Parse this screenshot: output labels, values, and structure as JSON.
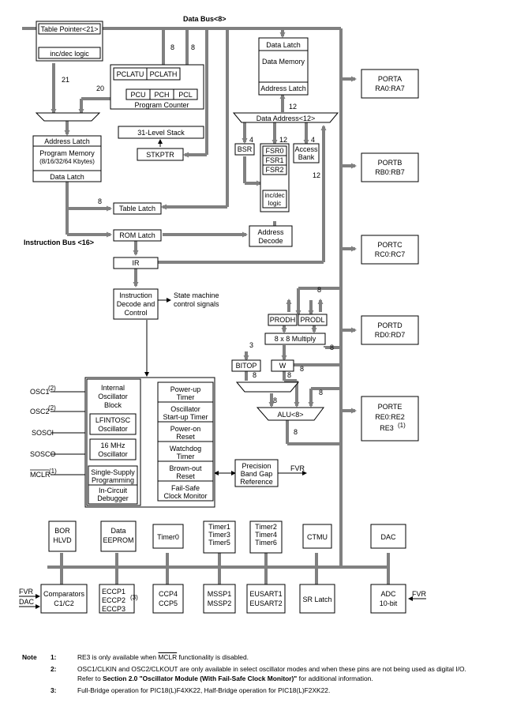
{
  "buses": {
    "data_bus": "Data Bus<8>",
    "instruction_bus": "Instruction Bus <16>",
    "data_address": "Data Address<12>"
  },
  "table_pointer": {
    "top": "Table Pointer<21>",
    "bottom": "inc/dec logic"
  },
  "pc": {
    "pclatu": "PCLATU",
    "pclath": "PCLATH",
    "pcu": "PCU",
    "pch": "PCH",
    "pcl": "PCL",
    "label": "Program Counter"
  },
  "stack": {
    "label": "31-Level Stack",
    "stkptr": "STKPTR"
  },
  "program_memory": {
    "address_latch": "Address Latch",
    "title": "Program Memory",
    "size": "(8/16/32/64 Kbytes)",
    "data_latch": "Data Latch"
  },
  "data_memory": {
    "data_latch": "Data Latch",
    "title": "Data Memory",
    "address_latch": "Address Latch"
  },
  "table_latch": "Table Latch",
  "rom_latch": "ROM Latch",
  "ir": "IR",
  "address_decode": [
    "Address",
    "Decode"
  ],
  "bsr": "BSR",
  "fsr": [
    "FSR0",
    "FSR1",
    "FSR2"
  ],
  "incdec2": [
    "inc/dec",
    "logic"
  ],
  "access_bank": [
    "Access",
    "Bank"
  ],
  "instruction_decode": [
    "Instruction",
    "Decode and",
    "Control"
  ],
  "state_machine": [
    "State machine",
    "control signals"
  ],
  "prodh": "PRODH",
  "prodl": "PRODL",
  "multiply": "8 x 8 Multiply",
  "bitop": "BITOP",
  "w": "W",
  "alu": "ALU<8>",
  "bus_widths": {
    "w21": "21",
    "w20": "20",
    "w8": "8",
    "w12": "12",
    "w4": "4",
    "w3": "3"
  },
  "ports": [
    {
      "name": "PORTA",
      "pins": "RA0:RA7",
      "extra": ""
    },
    {
      "name": "PORTB",
      "pins": "RB0:RB7",
      "extra": ""
    },
    {
      "name": "PORTC",
      "pins": "RC0:RC7",
      "extra": ""
    },
    {
      "name": "PORTD",
      "pins": "RD0:RD7",
      "extra": ""
    },
    {
      "name": "PORTE",
      "pins": "RE0:RE2",
      "extra": "RE3"
    }
  ],
  "osc_inputs": [
    {
      "name": "OSC1",
      "sup": "(2)"
    },
    {
      "name": "OSC2",
      "sup": "(2)"
    },
    {
      "name": "SOSCI",
      "sup": ""
    },
    {
      "name": "SOSCO",
      "sup": ""
    },
    {
      "name": "MCLR",
      "sup": "(1)"
    }
  ],
  "osc_block": {
    "internal": [
      "Internal",
      "Oscillator",
      "Block"
    ],
    "lfintosc": [
      "LFINTOSC",
      "Oscillator"
    ],
    "mhz16": [
      "16 MHz",
      "Oscillator"
    ],
    "ssp": [
      "Single-Supply",
      "Programming"
    ],
    "icd": [
      "In-Circuit",
      "Debugger"
    ]
  },
  "timers_block": [
    [
      "Power-up",
      "Timer"
    ],
    [
      "Oscillator",
      "Start-up Timer"
    ],
    [
      "Power-on",
      "Reset"
    ],
    [
      "Watchdog",
      "Timer"
    ],
    [
      "Brown-out",
      "Reset"
    ],
    [
      "Fail-Safe",
      "Clock Monitor"
    ]
  ],
  "band_gap": [
    "Precision",
    "Band Gap",
    "Reference"
  ],
  "fvr": "FVR",
  "dac_label": "DAC",
  "top_periph": [
    [
      "BOR",
      "HLVD"
    ],
    [
      "Data",
      "EEPROM"
    ],
    [
      "Timer0"
    ],
    [
      "Timer1",
      "Timer3",
      "Timer5"
    ],
    [
      "Timer2",
      "Timer4",
      "Timer6"
    ],
    [
      "CTMU"
    ],
    [
      "DAC"
    ]
  ],
  "bottom_periph": {
    "comparators": [
      "Comparators",
      "C1/C2"
    ],
    "eccp": [
      "ECCP1",
      "ECCP2",
      "ECCP3"
    ],
    "eccp_sup": "(3)",
    "ccp": [
      "CCP4",
      "CCP5"
    ],
    "mssp": [
      "MSSP1",
      "MSSP2"
    ],
    "eusart": [
      "EUSART1",
      "EUSART2"
    ],
    "srlatch": [
      "SR Latch"
    ],
    "adc": [
      "ADC",
      "10-bit"
    ]
  },
  "notes": {
    "key": "Note",
    "n1_num": "1:",
    "n1_a": "RE3 is only available when ",
    "n1_mclr": "MCLR",
    "n1_b": " functionality is disabled.",
    "n2_num": "2:",
    "n2_line1": "OSC1/CLKIN and OSC2/CLKOUT are only available in select oscillator modes and when these pins are not being used as digital I/O.",
    "n2_line2a": "Refer to ",
    "n2_bold": "Section 2.0 \"Oscillator Module (With Fail-Safe Clock Monitor)\"",
    "n2_line2b": " for additional information.",
    "n3_num": "3:",
    "n3": "Full-Bridge operation for PIC18(L)F4XK22, Half-Bridge operation for PIC18(L)F2XK22."
  }
}
